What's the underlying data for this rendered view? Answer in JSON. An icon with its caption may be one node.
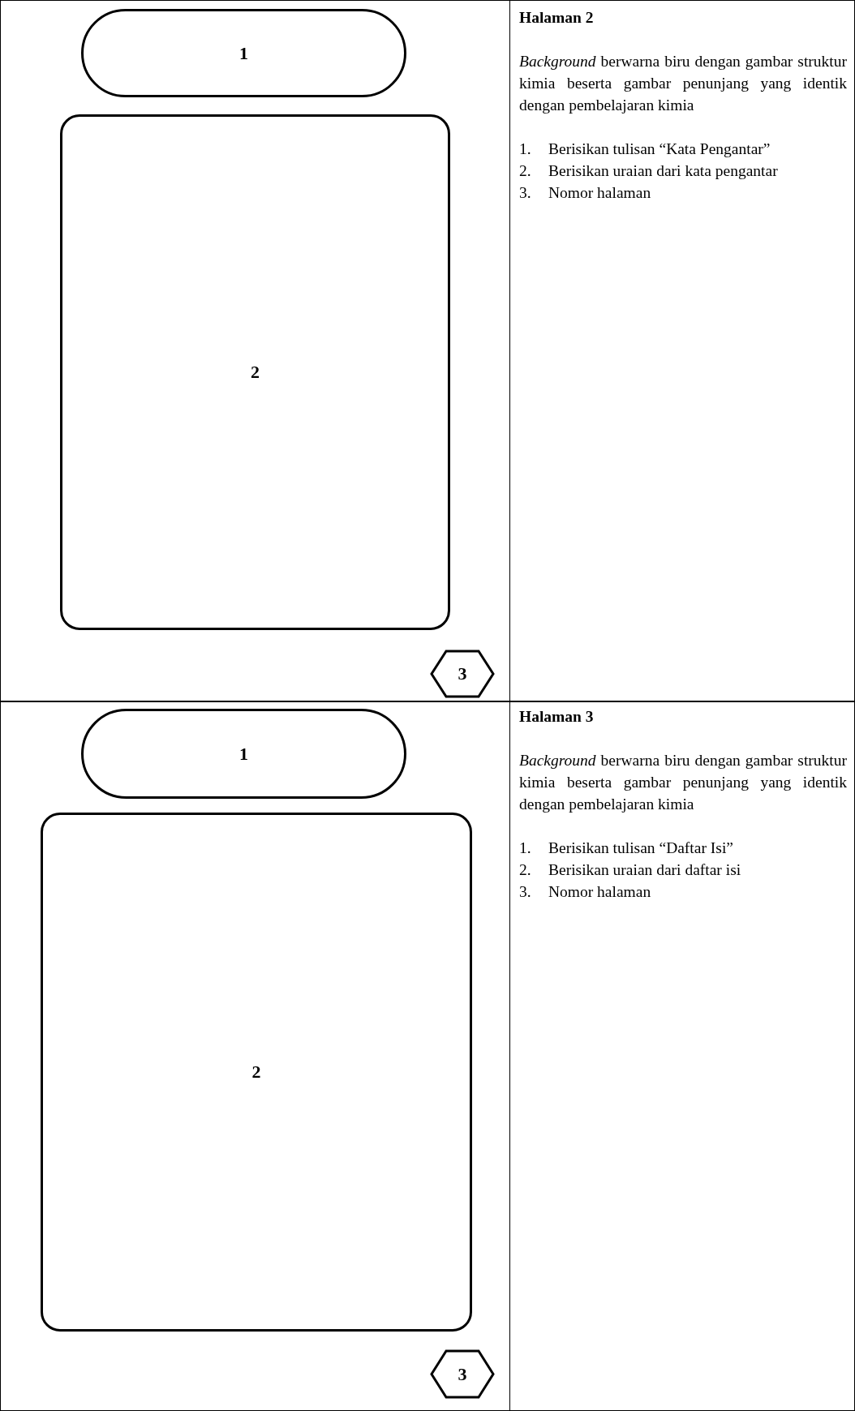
{
  "diagram": {
    "nodes": [
      {
        "text": [
          "1"
        ]
      },
      {
        "text": [
          "2"
        ]
      },
      {
        "text": [
          "3"
        ]
      },
      {
        "text": [
          "1"
        ]
      },
      {
        "text": [
          "2"
        ]
      },
      {
        "text": [
          "3"
        ]
      }
    ],
    "labels": [
      "Halaman 2",
      "*Background* berwarna biru dengan gambar struktur kimia beserta gambar penunjang yang identik dengan pembelajaran kimia",
      "1.",
      "Berisikan tulisan “Kata Pengantar”",
      "2.",
      "Berisikan uraian dari kata pengantar",
      "3.",
      "Nomor halaman",
      "Halaman 3",
      "*Background* berwarna biru dengan gambar struktur kimia beserta gambar penunjang yang identik dengan pembelajaran kimia",
      "1.",
      "Berisikan tulisan “Daftar Isi”",
      "2.",
      "Berisikan uraian dari daftar isi",
      "3.",
      "Nomor halaman"
    ]
  }
}
